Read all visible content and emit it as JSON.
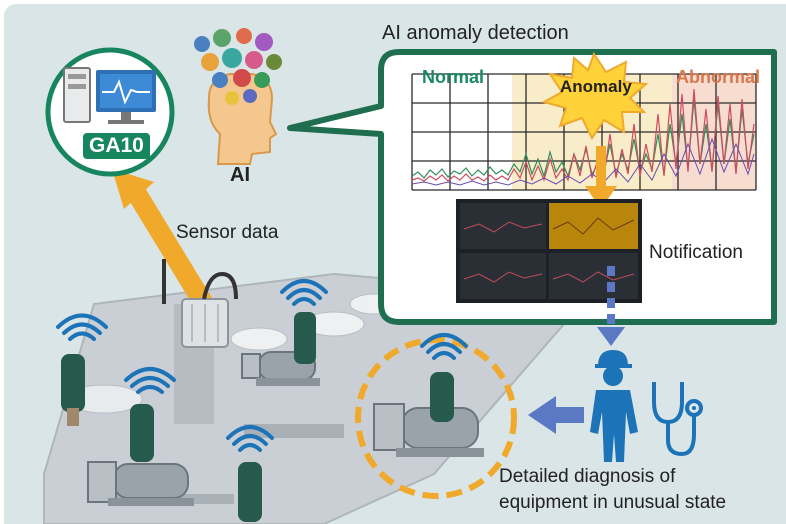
{
  "callout": {
    "title": "AI anomaly detection"
  },
  "phases": {
    "normal": "Normal",
    "anomaly": "Anomaly",
    "abnormal": "Abnormal"
  },
  "labels": {
    "sensor_data": "Sensor data",
    "notification": "Notification",
    "diagnosis_line1": "Detailed diagnosis of",
    "diagnosis_line2": "equipment in unusual state",
    "ai": "AI",
    "device": "GA10"
  },
  "colors": {
    "accent_green": "#17865f",
    "arrow_orange": "#f0a92a",
    "arrow_blue": "#5b78c4",
    "person_blue": "#1c73b8",
    "highlight_orange": "#f0a92a",
    "background": "#d9e5e6"
  },
  "icons": [
    "computer-monitor-icon",
    "ai-head-gears-icon",
    "wireless-sensor-icon",
    "pump-icon",
    "worker-icon",
    "stethoscope-icon",
    "wifi-icon"
  ]
}
